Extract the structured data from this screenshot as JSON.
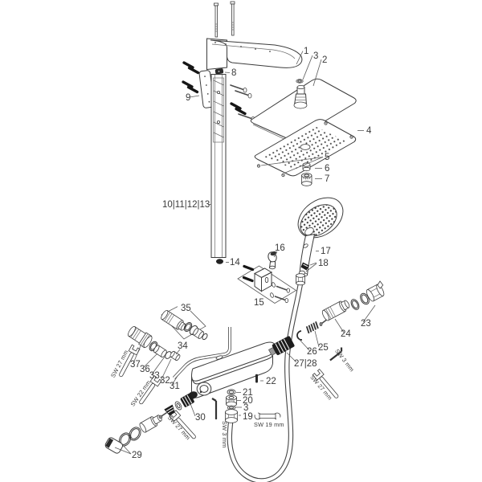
{
  "diagram": {
    "kind": "exploded shower-set spare parts drawing",
    "colors": {
      "background": "#ffffff",
      "line": "#3c3c3c",
      "dark_part": "#1d1d1d"
    },
    "part_labels": {
      "n1": "1",
      "n2": "2",
      "n3_top": "3",
      "n4": "4",
      "n5": "5",
      "n6": "6",
      "n7": "7",
      "n8": "8",
      "n9": "9",
      "n10_13": "10|11|12|13",
      "n14": "14",
      "n15": "15",
      "n16": "16",
      "n17": "17",
      "n18": "18",
      "n19": "19",
      "n20": "20",
      "n21": "21",
      "n3_mid": "3",
      "n22": "22",
      "n23": "23",
      "n24": "24",
      "n25": "25",
      "n26": "26",
      "n27_28": "27|28",
      "n29": "29",
      "n30": "30",
      "n31": "31",
      "n32": "32",
      "n33": "33",
      "n34": "34",
      "n35": "35",
      "n36": "36",
      "n37": "37"
    },
    "tool_labels": {
      "sw27_upper_left": "SW 27 mm",
      "sw22_left": "SW 22 mm",
      "sw27_lower_left": "SW 27 mm",
      "sw3_center": "SW 3 mm",
      "sw19_center": "SW 19 mm",
      "sw3_right": "SW 3 mm",
      "sw27_right": "SW 27 mm"
    }
  }
}
